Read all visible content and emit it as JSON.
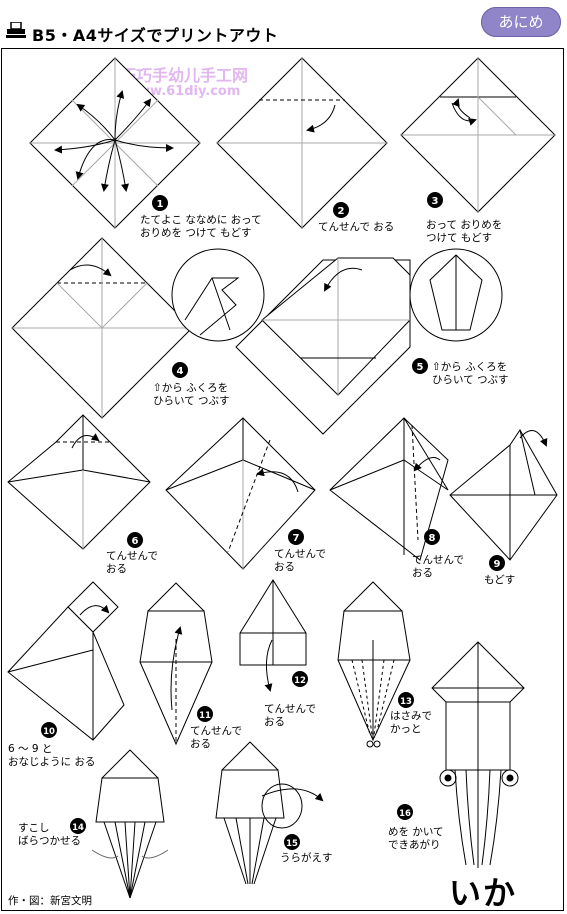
{
  "header": {
    "title": "B5・A4サイズでプリントアウト",
    "badge": "あにめ",
    "print_icon": "printer-icon"
  },
  "watermark": {
    "line1": "巧巧手幼儿手工网",
    "line2": "www.61diy.com"
  },
  "steps": [
    {
      "num": "1",
      "text": [
        "たてよこ ななめに おって",
        "おりめを つけて もどす"
      ]
    },
    {
      "num": "2",
      "text": [
        "てんせんで おる"
      ]
    },
    {
      "num": "3",
      "text": [
        "おって おりめを",
        "つけて もどす"
      ]
    },
    {
      "num": "4",
      "text": [
        "⇧から ふくろを",
        "ひらいて つぶす"
      ]
    },
    {
      "num": "5",
      "text": [
        "⇧から ふくろを",
        "ひらいて つぶす"
      ]
    },
    {
      "num": "6",
      "text": [
        "てんせんで",
        "おる"
      ]
    },
    {
      "num": "7",
      "text": [
        "てんせんで",
        "おる"
      ]
    },
    {
      "num": "8",
      "text": [
        "てんせんで",
        "おる"
      ]
    },
    {
      "num": "9",
      "text": [
        "もどす"
      ]
    },
    {
      "num": "10",
      "text": [
        "6 ～ 9 と",
        "おなじように おる"
      ]
    },
    {
      "num": "11",
      "text": [
        "てんせんで",
        "おる"
      ]
    },
    {
      "num": "12",
      "text": [
        "てんせんで",
        "おる"
      ]
    },
    {
      "num": "13",
      "text": [
        "はさみで",
        "かっと"
      ]
    },
    {
      "num": "14",
      "text": [
        "すこし",
        "ばらつかせる"
      ]
    },
    {
      "num": "15",
      "text": [
        "うらがえす"
      ]
    },
    {
      "num": "16",
      "text": [
        "めを かいて",
        "できあがり"
      ]
    }
  ],
  "footer": {
    "credit": "作・図：新宮文明",
    "result_title": "いか"
  },
  "colors": {
    "badge": "#8f85c8",
    "watermark": "#e2b6f0",
    "line": "#000000"
  }
}
